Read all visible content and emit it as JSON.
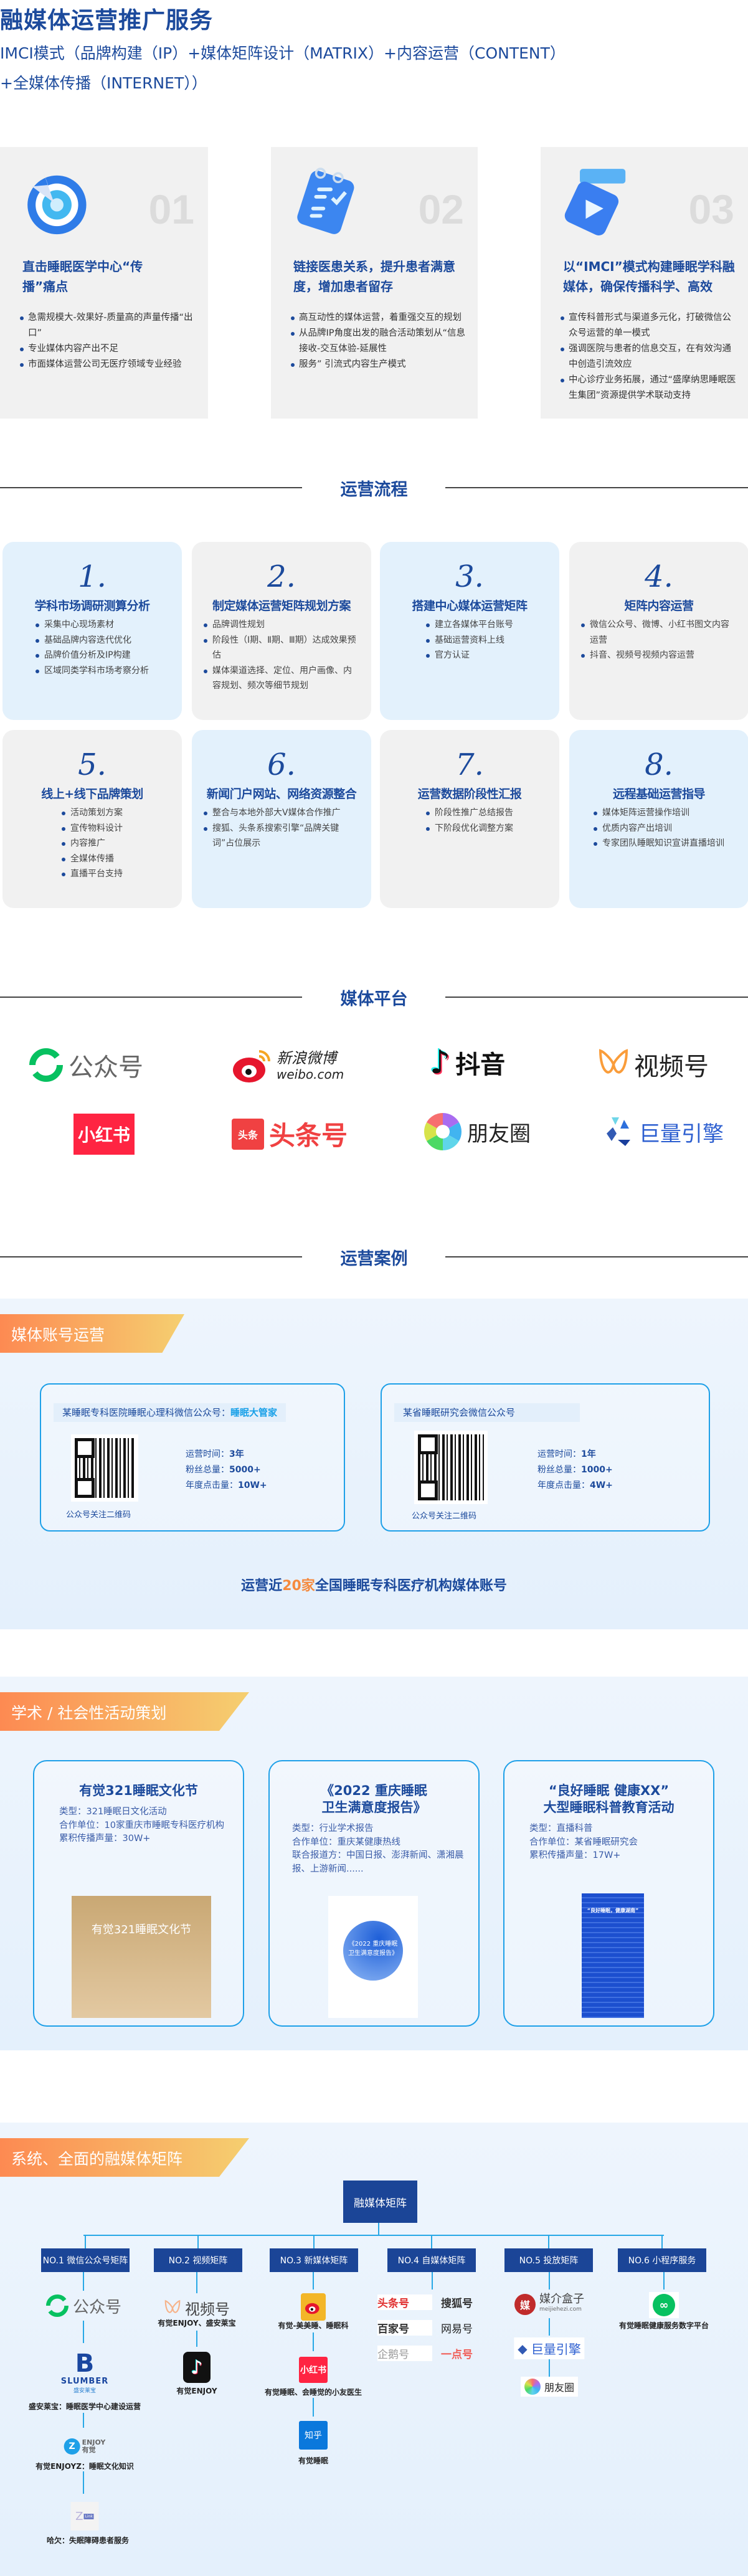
{
  "header": {
    "title": "融媒体运营推广服务",
    "subtitle_line1": "IMCI模式（品牌构建（IP）+媒体矩阵设计（MATRIX）+内容运营（CONTENT）",
    "subtitle_line2": "+全媒体传播（INTERNET））"
  },
  "features": [
    {
      "num": "01",
      "icon": "target-icon",
      "title": "直击睡眠医学中心“传播”痛点",
      "bullets": [
        "急需规模大-效果好-质量高的声量传播“出口”",
        "专业媒体内容产出不足",
        "市面媒体运营公司无医疗领域专业经验"
      ]
    },
    {
      "num": "02",
      "icon": "checklist-icon",
      "title": "链接医患关系，提升患者满意度，增加患者留存",
      "bullets": [
        "高互动性的媒体运营，着重强交互的规划",
        "从品牌IP角度出发的融合活动策划从“信息接收-交互体验-延展性",
        "服务” 引流式内容生产模式"
      ]
    },
    {
      "num": "03",
      "icon": "video-play-icon",
      "title": "以“IMCI”模式构建睡眠学科融媒体，确保传播科学、高效",
      "bullets": [
        "宣传科普形式与渠道多元化，打破微信公众号运营的单一模式",
        "强调医院与患者的信息交互，在有效沟通中创造引流效应",
        "中心诊疗业务拓展，通过“盛摩纳思睡眠医生集团”资源提供学术联动支持"
      ]
    }
  ],
  "process": {
    "title": "运营流程",
    "steps": [
      {
        "num": "1.",
        "title": "学科市场调研测算分析",
        "bullets": [
          "采集中心现场素材",
          "基础品牌内容迭代优化",
          "品牌价值分析及IP构建",
          "区域同类学科市场考察分析"
        ]
      },
      {
        "num": "2.",
        "title": "制定媒体运营矩阵规划方案",
        "bullets": [
          "品牌调性规划",
          "阶段性（Ⅰ期、Ⅱ期、Ⅲ期）达成效果预估",
          "媒体渠道选择、定位、用户画像、内容规划、频次等细节规划"
        ]
      },
      {
        "num": "3.",
        "title": "搭建中心媒体运营矩阵",
        "bullets": [
          "建立各媒体平台账号",
          "基础运营资料上线",
          "官方认证"
        ]
      },
      {
        "num": "4.",
        "title": "矩阵内容运营",
        "bullets": [
          "微信公众号、微博、小红书图文内容运营",
          "抖音、视频号视频内容运营"
        ]
      },
      {
        "num": "5.",
        "title": "线上+线下品牌策划",
        "bullets": [
          "活动策划方案",
          "宣传物料设计",
          "内容推广",
          "全媒体传播",
          "直播平台支持"
        ]
      },
      {
        "num": "6.",
        "title": "新闻门户网站、网络资源整合",
        "bullets": [
          "整合与本地外部大V媒体合作推广",
          "搜狐、头条系搜索引擎“品牌关键词”占位展示"
        ]
      },
      {
        "num": "7.",
        "title": "运营数据阶段性汇报",
        "bullets": [
          "阶段性推广总结报告",
          "下阶段优化调整方案"
        ]
      },
      {
        "num": "8.",
        "title": "远程基础运营指导",
        "bullets": [
          "媒体矩阵运营操作培训",
          "优质内容产出培训",
          "专家团队睡眠知识宣讲直播培训"
        ]
      }
    ]
  },
  "platforms": {
    "title": "媒体平台",
    "items": [
      {
        "name": "公众号",
        "icon": "wechat-official-icon",
        "color": "#07c160"
      },
      {
        "name": "新浪微博",
        "sub": "weibo.com",
        "icon": "weibo-icon",
        "color": "#e6162d"
      },
      {
        "name": "抖音",
        "icon": "douyin-icon",
        "color": "#111111"
      },
      {
        "name": "视频号",
        "icon": "channels-icon",
        "color": "#fa9d3b"
      },
      {
        "name": "小红书",
        "icon": "xiaohongshu-icon",
        "color": "#ff2442"
      },
      {
        "name": "头条号",
        "badge": "头条",
        "icon": "toutiao-icon",
        "color": "#f04142"
      },
      {
        "name": "朋友圈",
        "icon": "moments-icon",
        "color": "#4caf50"
      },
      {
        "name": "巨量引擎",
        "icon": "ocean-engine-icon",
        "color": "#325ab4"
      }
    ]
  },
  "cases": {
    "title": "运营案例",
    "banner": "媒体账号运营",
    "accounts": [
      {
        "name_prefix": "某睡眠专科医院睡眠心理科微信公众号：",
        "name_highlight": "睡眠大管家",
        "qr_caption": "公众号关注二维码",
        "stats": [
          {
            "label": "运营时间：",
            "value": "3年"
          },
          {
            "label": "粉丝总量：",
            "value": "5000+"
          },
          {
            "label": "年度点击量：",
            "value": "10W+"
          }
        ]
      },
      {
        "name_prefix": "某省睡眠研究会微信公众号",
        "name_highlight": "",
        "qr_caption": "公众号关注二维码",
        "stats": [
          {
            "label": "运营时间：",
            "value": "1年"
          },
          {
            "label": "粉丝总量：",
            "value": "1000+"
          },
          {
            "label": "年度点击量：",
            "value": "4W+"
          }
        ]
      }
    ],
    "summary_pre": "运营近",
    "summary_num": "20家",
    "summary_post": "全国睡眠专科医疗机构媒体账号",
    "accent": "#f58a3e"
  },
  "activities": {
    "banner": "学术 / 社会性活动策划",
    "items": [
      {
        "title_l1": "有觉321睡眠文化节",
        "title_l2": "",
        "lines": [
          "类型：321睡眠日文化活动",
          "合作单位：10家重庆市睡眠专科医疗机构",
          "累积传播声量：30W+"
        ],
        "poster_text": "有觉321睡眠文化节"
      },
      {
        "title_l1": "《2022 重庆睡眠",
        "title_l2": "卫生满意度报告》",
        "lines": [
          "类型：行业学术报告",
          "合作单位：重庆某健康热线",
          "联合报道方：中国日报、澎湃新闻、潇湘晨报、上游新闻......"
        ],
        "poster_text": "《2022 重庆睡眠卫生满意度报告》"
      },
      {
        "title_l1": "“良好睡眠 健康XX”",
        "title_l2": "大型睡眠科普教育活动",
        "lines": [
          "类型：直播科普",
          "合作单位：某省睡眠研究会",
          "累积传播声量：17W+"
        ],
        "poster_text": "“良好睡眠，健康湖南”"
      }
    ]
  },
  "matrix": {
    "banner": "系统、全面的融媒体矩阵",
    "root": "融媒体矩阵",
    "columns": [
      "NO.1 微信公众号矩阵",
      "NO.2 视频矩阵",
      "NO.3 新媒体矩阵",
      "NO.4 自媒体矩阵",
      "NO.5 投放矩阵",
      "NO.6 小程序服务"
    ],
    "col1": {
      "logo1": "公众号",
      "slumber": "SLUMBER",
      "slumber_cn": "盛安莱宝",
      "text1": "盛安莱宝：睡眠医学中心建设运营",
      "enjoy": "ENJOY",
      "enjoy_cn": "有觉",
      "text2": "有觉ENJOYZ：睡眠文化知识",
      "zlink": "Link",
      "text3": "哈欠：失眠障碍患者服务"
    },
    "col2": {
      "logo1": "视频号",
      "text1": "有觉ENJOY、盛安莱宝",
      "text2": "有觉ENJOY"
    },
    "col3": {
      "text1": "有觉-美美睡、睡眠科",
      "logo2": "小红书",
      "text2": "有觉睡眠、会睡觉的小友医生",
      "logo3": "知乎",
      "text3": "有觉睡眠"
    },
    "col4": [
      "头条号",
      "搜狐号",
      "百家号",
      "网易号",
      "企鹅号",
      "一点号"
    ],
    "col5": {
      "meijie": "媒介盒子",
      "meijie_url": "meijiehezi.com",
      "meijie_icon": "媒",
      "juliang": "巨量引擎",
      "pyq": "朋友圈"
    },
    "col6": {
      "text1": "有觉睡眠健康服务数字平台"
    }
  }
}
